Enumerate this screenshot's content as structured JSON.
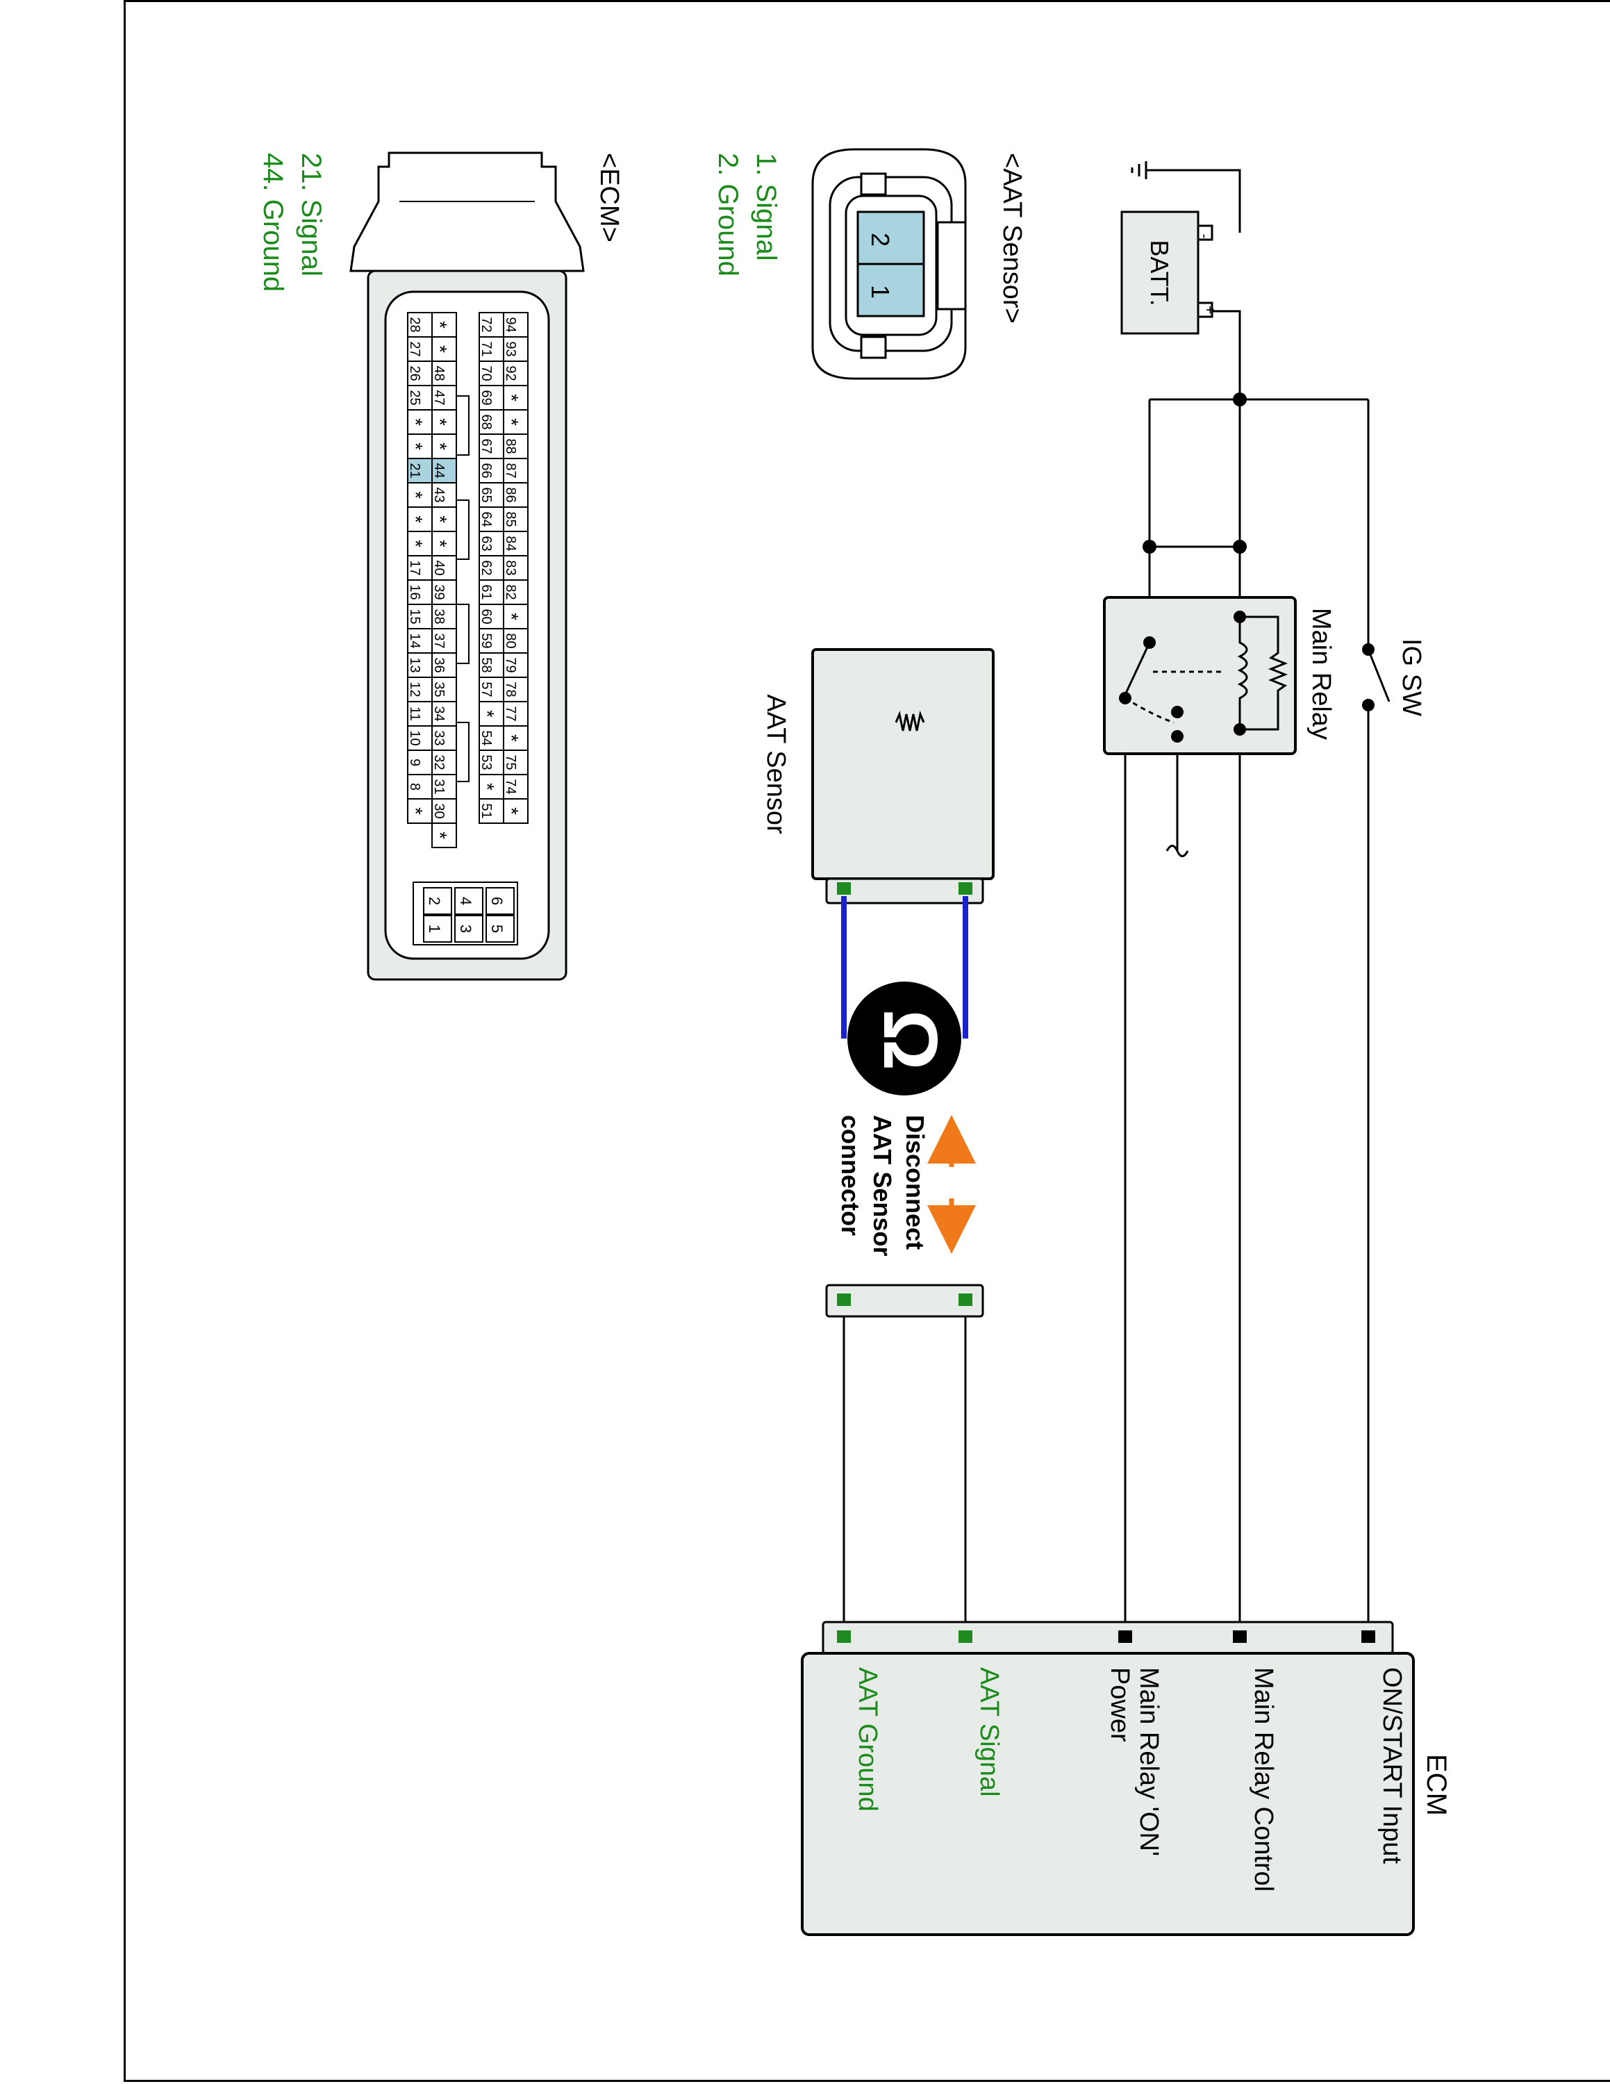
{
  "power": {
    "battery_label": "BATT.",
    "battery_minus": "-",
    "battery_plus": "+",
    "ig_switch_label": "IG SW",
    "main_relay_label": "Main Relay"
  },
  "sensor": {
    "label": "AAT Sensor",
    "measure_action": [
      "Disconnect",
      "AAT Sensor",
      "connector"
    ]
  },
  "ecm_block": {
    "title": "ECM",
    "pins": [
      {
        "label": [
          "ON/START Input"
        ],
        "color": "#000000"
      },
      {
        "label": [
          "Main Relay Control"
        ],
        "color": "#000000"
      },
      {
        "label": [
          "Main Relay 'ON'",
          "Power"
        ],
        "color": "#000000"
      },
      {
        "label": [
          "AAT Signal"
        ],
        "color": "#1a8a1a"
      },
      {
        "label": [
          "AAT Ground"
        ],
        "color": "#1a8a1a"
      }
    ]
  },
  "aat_connector": {
    "title": "<AAT Sensor>",
    "pins": [
      "1. Signal",
      "2. Ground"
    ],
    "cavity_numbers": [
      "2",
      "1"
    ]
  },
  "ecm_connector": {
    "title": "<ECM>",
    "pins": [
      "21. Signal",
      "44. Ground"
    ],
    "row1": [
      "94",
      "93",
      "92",
      "*",
      "*",
      "88",
      "87",
      "86",
      "85",
      "84",
      "83",
      "82",
      "*",
      "80",
      "79",
      "78",
      "77",
      "*",
      "75",
      "74",
      "*"
    ],
    "row2": [
      "72",
      "71",
      "70",
      "69",
      "68",
      "67",
      "66",
      "65",
      "64",
      "63",
      "62",
      "61",
      "60",
      "59",
      "58",
      "57",
      "*",
      "54",
      "53",
      "*",
      "51"
    ],
    "row3": [
      "*",
      "*",
      "48",
      "47",
      "*",
      "*",
      "44",
      "43",
      "*",
      "*",
      "40",
      "39",
      "38",
      "37",
      "36",
      "35",
      "34",
      "33",
      "32",
      "31",
      "30",
      "*"
    ],
    "row4": [
      "28",
      "27",
      "26",
      "25",
      "*",
      "*",
      "21",
      "*",
      "*",
      "*",
      "17",
      "16",
      "15",
      "14",
      "13",
      "12",
      "11",
      "10",
      "9",
      "8",
      "*"
    ],
    "highlighted": [
      "44",
      "21"
    ],
    "power_pins": [
      [
        "6",
        "5"
      ],
      [
        "4",
        "3"
      ],
      [
        "2",
        "1"
      ]
    ]
  },
  "colors": {
    "wire": "#000000",
    "harness_wire": "#1b22cc",
    "terminal_green": "#1f8a1f",
    "label_green": "#1a8a1a",
    "arrow_orange": "#f07a1a",
    "connector_fill": "#e8ece9",
    "pin_highlight": "#a9d3df"
  },
  "icons": [
    "ohm-meter-icon",
    "ground-symbol-icon",
    "resistor-icon",
    "coil-icon",
    "switch-icon"
  ]
}
